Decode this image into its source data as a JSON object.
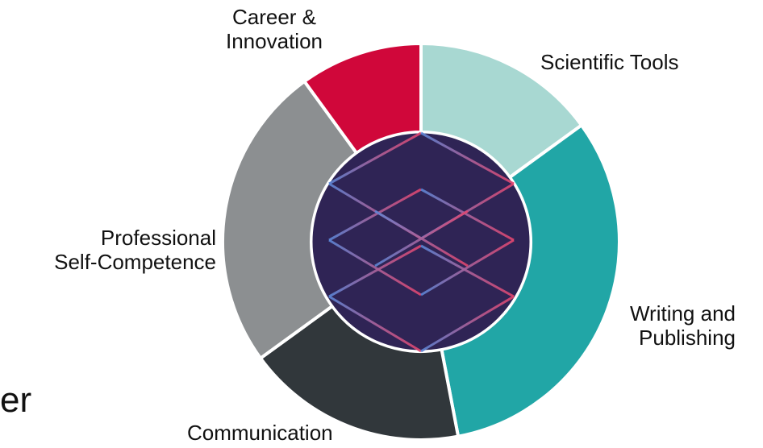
{
  "chart_data": {
    "type": "pie",
    "variant": "donut",
    "categories": [
      "Scientific Tools",
      "Writing and Publishing",
      "Communication",
      "Professional Self-Competence",
      "Career & Innovation"
    ],
    "values": [
      15,
      32,
      18,
      25,
      10
    ],
    "colors": [
      "#a8d8d2",
      "#21a6a6",
      "#31373b",
      "#8c8f91",
      "#d0073a"
    ],
    "labels": {
      "scientific_tools": "Scientific Tools",
      "writing": "Writing and\nPublishing",
      "communication": "Communication",
      "professional": "Professional\nSelf-Competence",
      "career": "Career &\nInnovation"
    },
    "legend": "none"
  },
  "center_logo": {
    "icon": "geometric-cube-logo-icon",
    "background": "#2f2455",
    "stroke_start": "#5b86d6",
    "stroke_end": "#e0456e"
  },
  "partial_text": "er"
}
